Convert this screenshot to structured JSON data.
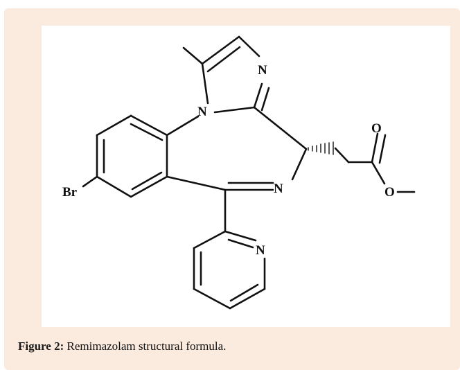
{
  "figure": {
    "caption_label": "Figure 2:",
    "caption_text": " Remimazolam structural formula."
  },
  "atoms": {
    "n_imidazole_top": "N",
    "n_imidazole_ring": "N",
    "n_diazepine": "N",
    "n_pyridine": "N",
    "o_carbonyl": "O",
    "o_ester": "O",
    "br": "Br"
  },
  "colors": {
    "frame_background": "#fbebdf",
    "panel_background": "#ffffff",
    "ink": "#111111"
  }
}
